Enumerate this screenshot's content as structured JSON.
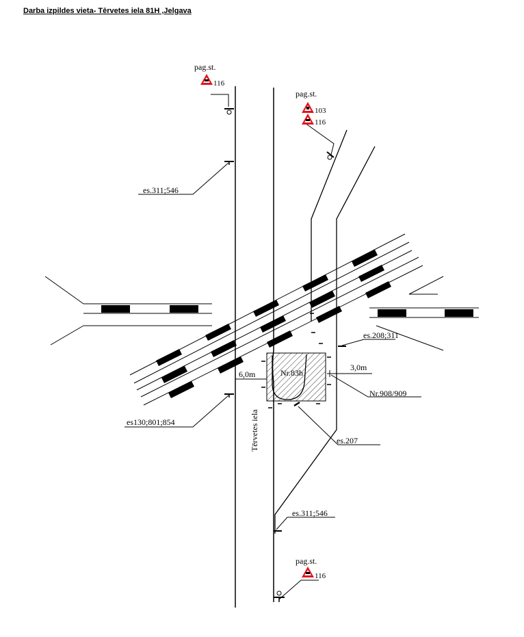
{
  "title": "Darba izpildes vieta- Tērvetes  iela 81H  ,Jelgava",
  "labels": {
    "pag_top_left": "pag.st.",
    "pag_top_right": "pag.st.",
    "pag_bottom": "pag.st.",
    "es_311_546_top": "es.311;546",
    "es_208_311": "es.208;311",
    "dim_6m": "6,0m",
    "dim_3m": "3,0m",
    "work_area": "Nr.83h",
    "nr_908_909": "Nr.908/909",
    "es_130_801_854": "es130;801;854",
    "es_207": "es.207",
    "street_name": "Tērvetes  iela",
    "es_311_546_bottom": "es.311;546"
  },
  "sign_codes": {
    "s1": "116",
    "s2a": "103",
    "s2b": "116",
    "s3": "116"
  },
  "colors": {
    "line": "#000000",
    "sign_red": "#e3141b",
    "rail_black": "#000000"
  }
}
